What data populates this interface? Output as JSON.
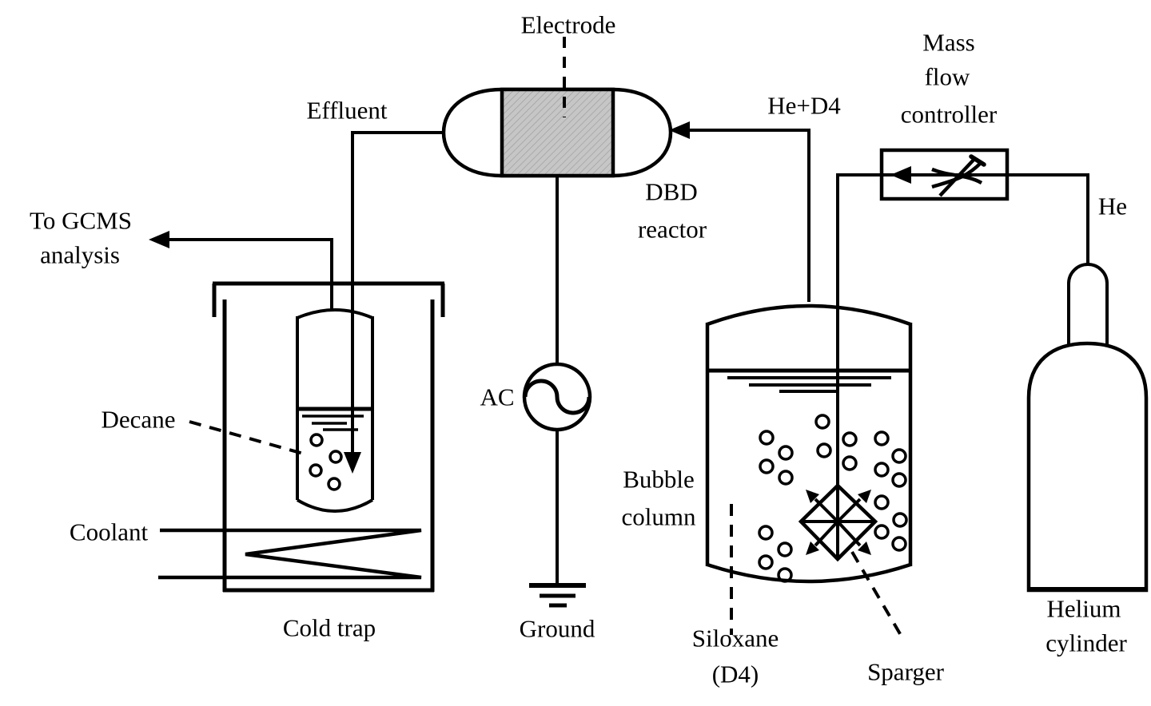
{
  "figure": {
    "type": "process-flow-schematic",
    "description_visible_text_only": true
  },
  "colors": {
    "line": "#000000",
    "electrode_fill": "#c6c6c6",
    "hatch": "#9e9e9e",
    "background": "#ffffff"
  },
  "labels": {
    "electrode": "Electrode",
    "effluent": "Effluent",
    "he_d4": "He+D4",
    "mass_flow_controller": [
      "Mass",
      "flow",
      "controller"
    ],
    "he": "He",
    "to_gcms": [
      "To GCMS",
      "analysis"
    ],
    "dbd_reactor": [
      "DBD",
      "reactor"
    ],
    "decane": "Decane",
    "coolant": "Coolant",
    "cold_trap": "Cold trap",
    "ac": "AC",
    "ground": "Ground",
    "bubble_column": [
      "Bubble",
      "column"
    ],
    "siloxane": [
      "Siloxane",
      "(D4)"
    ],
    "sparger": "Sparger",
    "helium_cylinder": [
      "Helium",
      "cylinder"
    ]
  },
  "icons": {
    "ac_source": "sine-wave-circle-icon",
    "ground": "earth-ground-icon",
    "mass_flow_valve": "crossed-valve-icon",
    "sparger": "diamond-arrows-icon",
    "flow_arrowheads": "solid-triangle-arrowheads"
  }
}
